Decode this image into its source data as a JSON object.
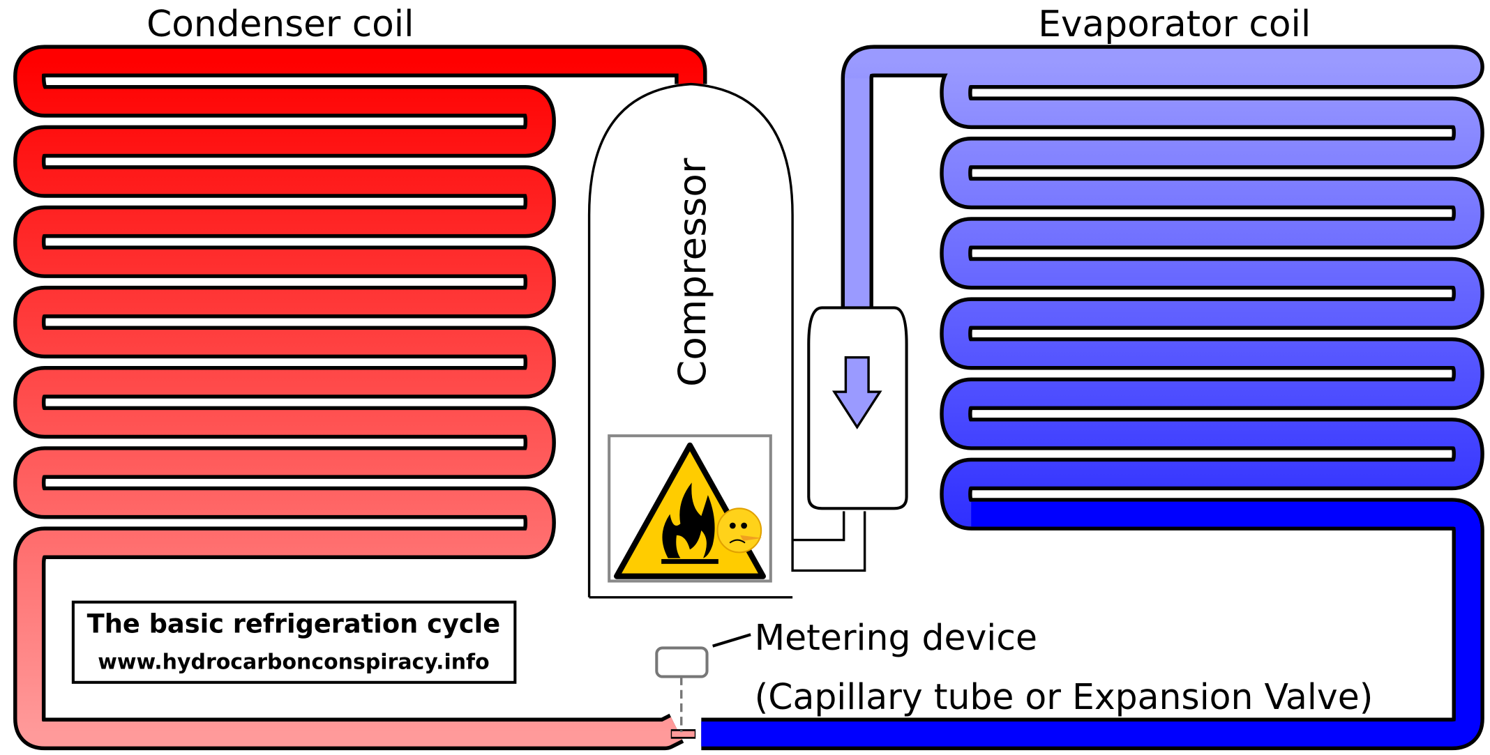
{
  "labels": {
    "condenser": "Condenser coil",
    "evaporator": "Evaporator coil",
    "compressor": "Compressor",
    "metering_line1": "Metering device",
    "metering_line2": "(Capillary tube or Expansion Valve)"
  },
  "title_box": {
    "title": "The basic refrigeration cycle",
    "url": "www.hydrocarbonconspiracy.info"
  },
  "colors": {
    "condenser_hot": "#ff0000",
    "condenser_cool": "#ff9999",
    "evaporator_light": "#9999ff",
    "evaporator_dark": "#0000ff",
    "warning_yellow": "#ffcc00",
    "outline": "#000000",
    "metering_gray": "#777777"
  },
  "icons": {
    "warning": "flammable-warning-icon",
    "emoji": "worried-face-icon",
    "flow_arrow": "arrow-down-icon"
  }
}
